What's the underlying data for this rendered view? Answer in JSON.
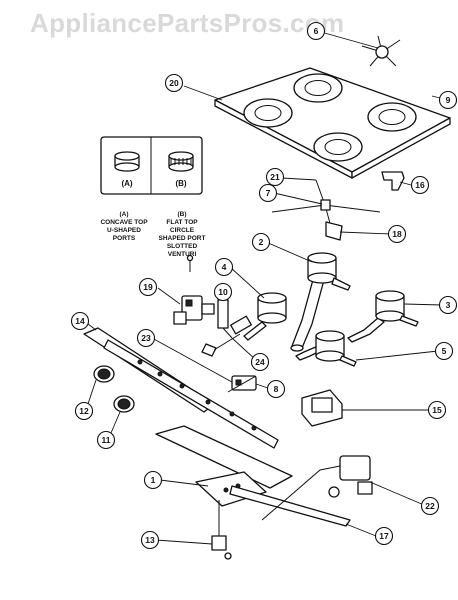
{
  "watermark": "AppliancePartsPros.com",
  "inset": {
    "a_label": "(A)",
    "b_label": "(B)",
    "a_caption": [
      "(A)",
      "CONCAVE TOP",
      "U-SHAPED",
      "PORTS"
    ],
    "b_caption": [
      "(B)",
      "FLAT TOP",
      "CIRCLE",
      "SHAPED PORT",
      "SLOTTED",
      "VENTURI"
    ]
  },
  "callouts": [
    {
      "id": "c1",
      "label": "1"
    },
    {
      "id": "c2",
      "label": "2"
    },
    {
      "id": "c3",
      "label": "3"
    },
    {
      "id": "c4",
      "label": "4"
    },
    {
      "id": "c5",
      "label": "5"
    },
    {
      "id": "c6",
      "label": "6"
    },
    {
      "id": "c7",
      "label": "7"
    },
    {
      "id": "c8",
      "label": "8"
    },
    {
      "id": "c9",
      "label": "9"
    },
    {
      "id": "c10",
      "label": "10"
    },
    {
      "id": "c11",
      "label": "11"
    },
    {
      "id": "c12",
      "label": "12"
    },
    {
      "id": "c13",
      "label": "13"
    },
    {
      "id": "c14",
      "label": "14"
    },
    {
      "id": "c15",
      "label": "15"
    },
    {
      "id": "c16",
      "label": "16"
    },
    {
      "id": "c17",
      "label": "17"
    },
    {
      "id": "c18",
      "label": "18"
    },
    {
      "id": "c19",
      "label": "19"
    },
    {
      "id": "c20",
      "label": "20"
    },
    {
      "id": "c21",
      "label": "21"
    },
    {
      "id": "c22",
      "label": "22"
    },
    {
      "id": "c23",
      "label": "23"
    },
    {
      "id": "c24",
      "label": "24"
    }
  ]
}
